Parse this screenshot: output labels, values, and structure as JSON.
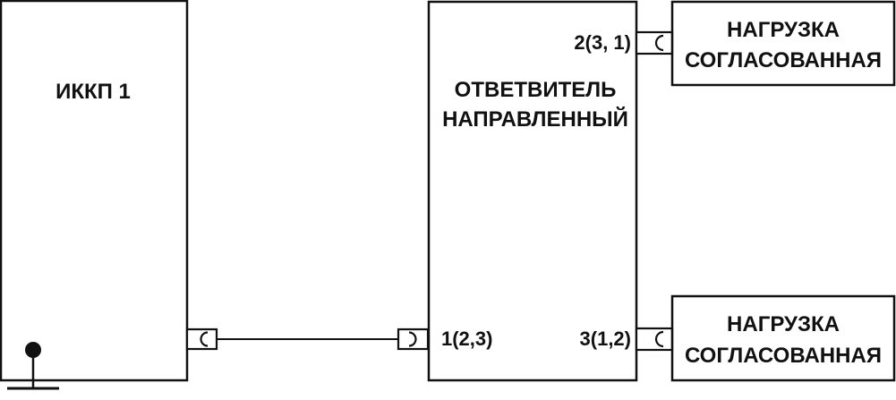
{
  "blocks": {
    "ikkp": {
      "label": "ИККП 1"
    },
    "coupler": {
      "line1": "ОТВЕТВИТЕЛЬ",
      "line2": "НАПРАВЛЕННЫЙ"
    },
    "load_top": {
      "line1": "НАГРУЗКА",
      "line2": "СОГЛАСОВАННАЯ"
    },
    "load_bottom": {
      "line1": "НАГРУЗКА",
      "line2": "СОГЛАСОВАННАЯ"
    }
  },
  "ports": {
    "coupler_in": "1(2,3)",
    "coupler_top": "2(3, 1)",
    "coupler_bottom": "3(1,2)"
  },
  "colors": {
    "stroke": "#111111",
    "background": "#ffffff"
  }
}
